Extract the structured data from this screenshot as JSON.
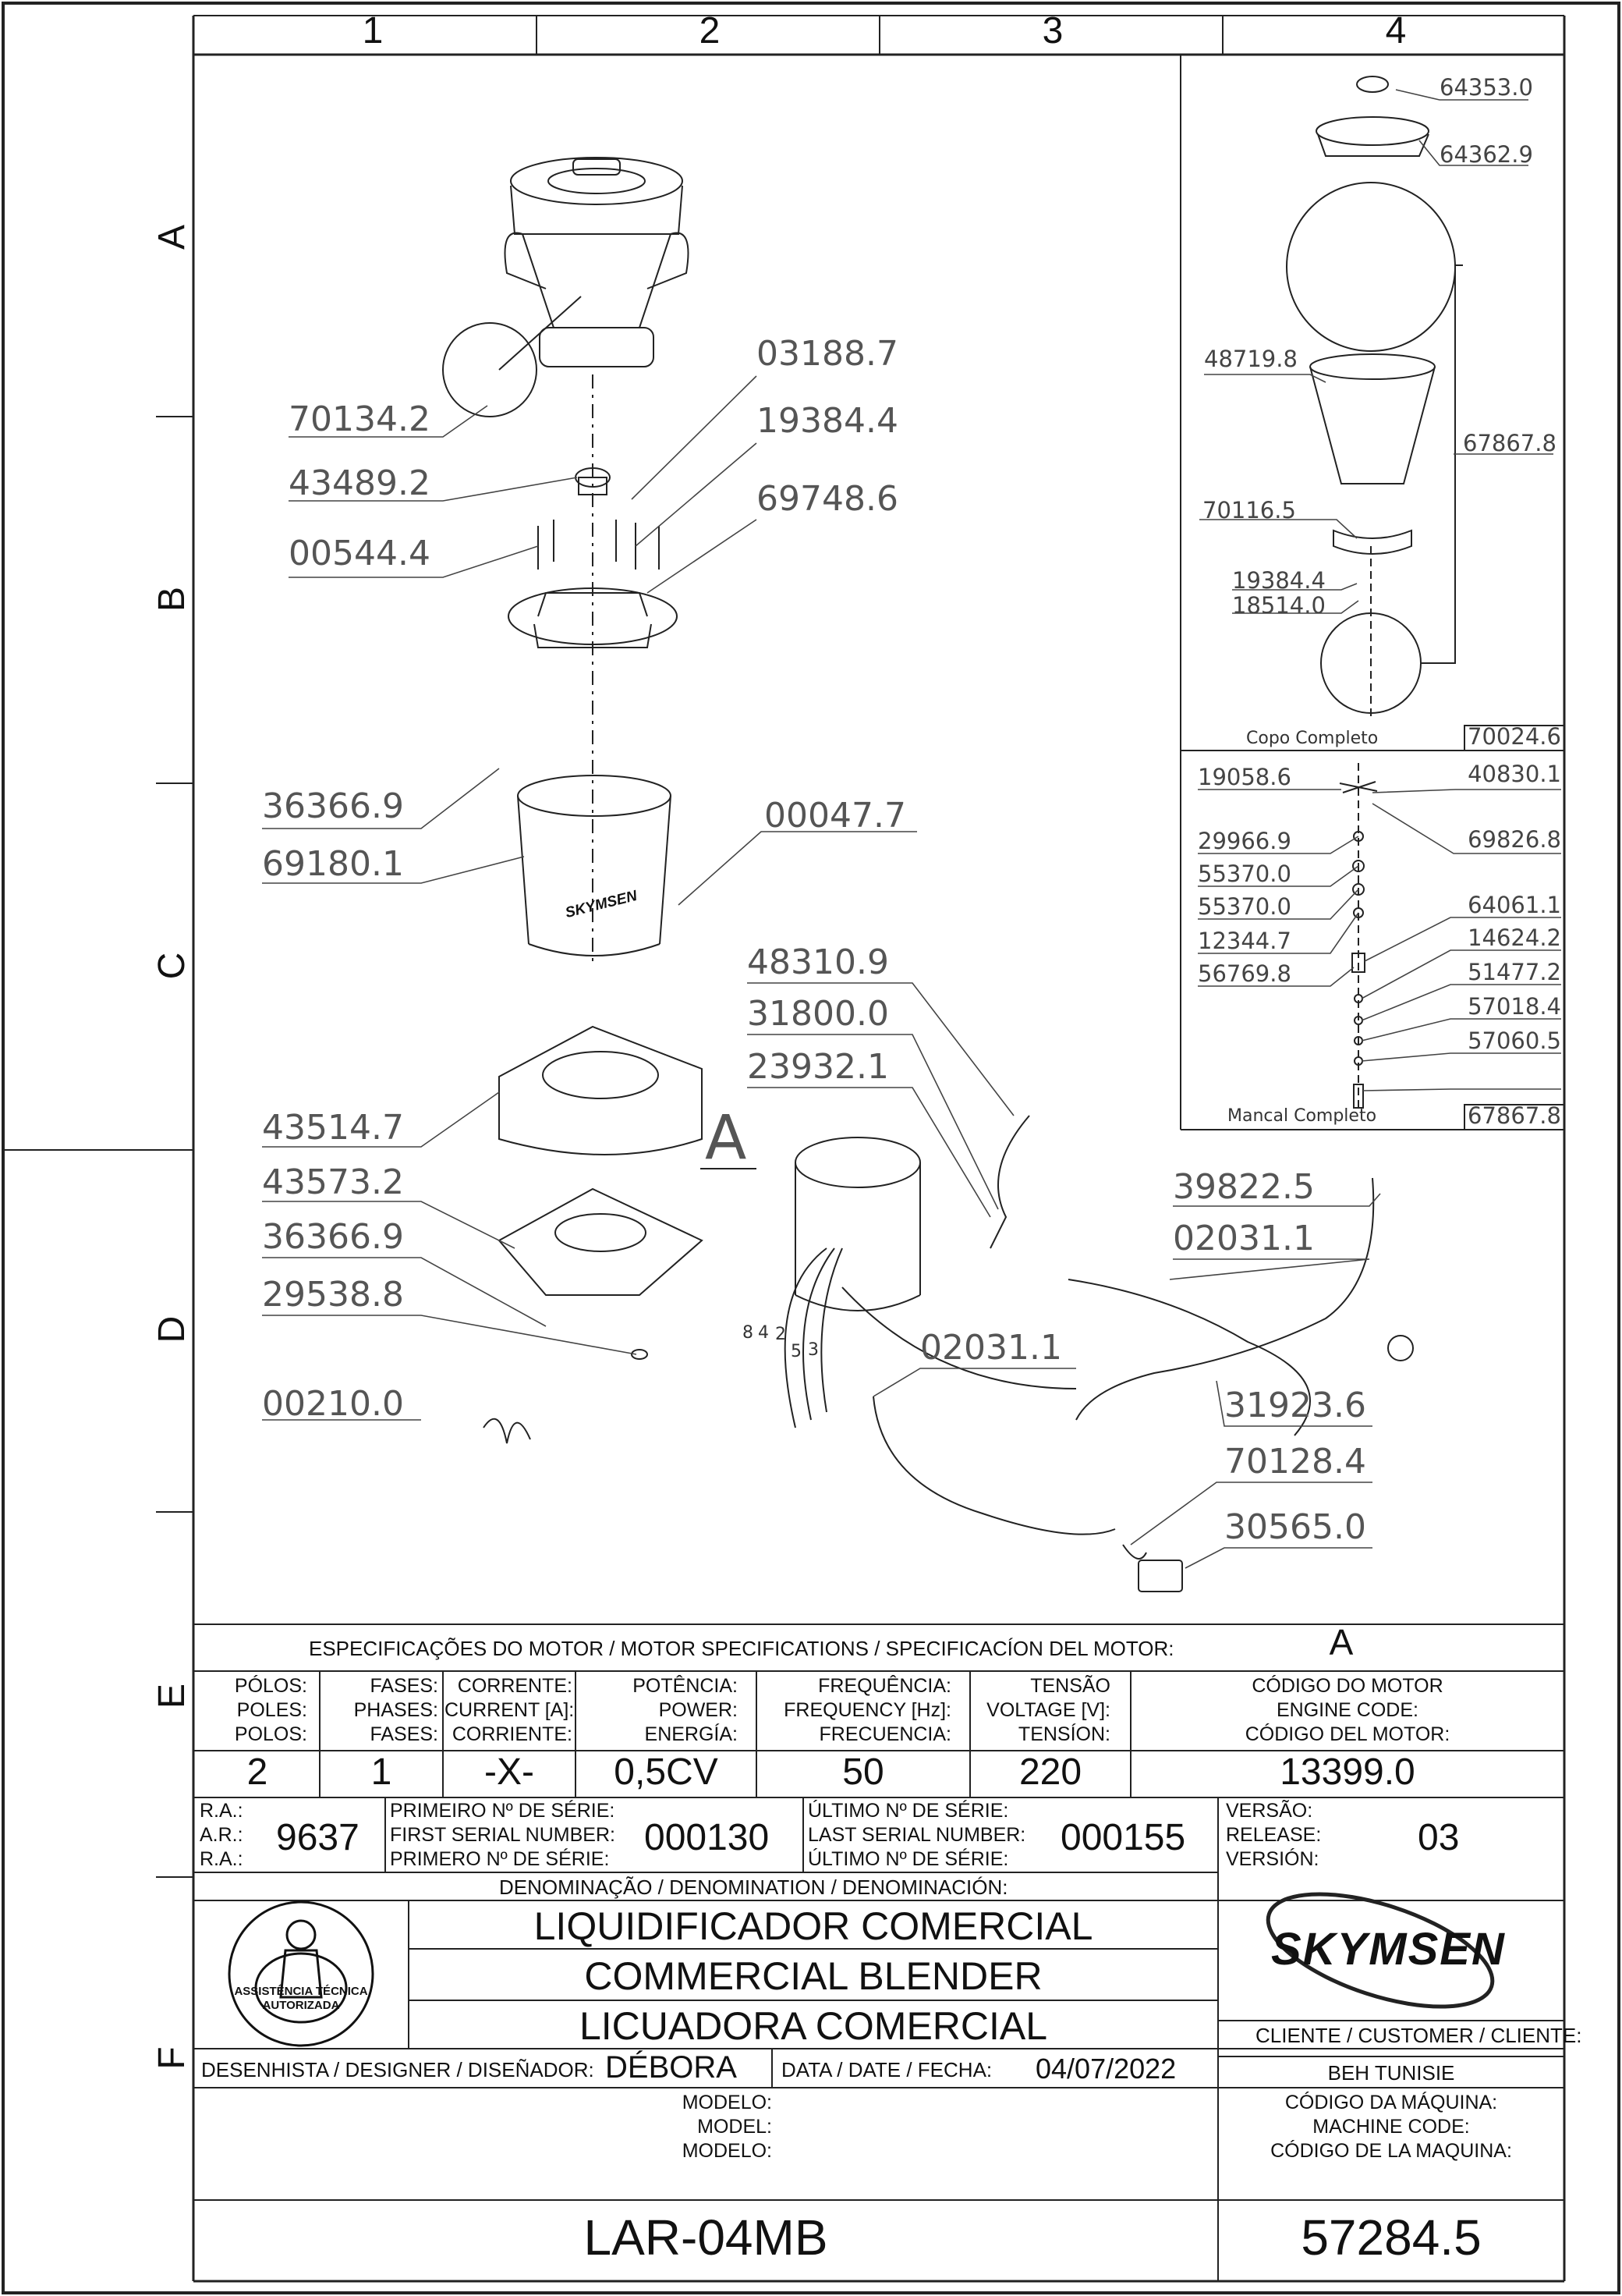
{
  "grid": {
    "columns": [
      "1",
      "2",
      "3",
      "4"
    ],
    "rows": [
      "A",
      "B",
      "C",
      "D",
      "E",
      "F"
    ]
  },
  "main_view": {
    "section_marker": "A",
    "brand_on_body": "SKYMSEN",
    "wire_numbers": [
      "8",
      "4",
      "2",
      "5",
      "3"
    ],
    "parts": [
      "70134.2",
      "43489.2",
      "00544.4",
      "03188.7",
      "19384.4",
      "69748.6",
      "36366.9",
      "69180.1",
      "00047.7",
      "43514.7",
      "43573.2",
      "36366.9",
      "29538.8",
      "00210.0",
      "48310.9",
      "31800.0",
      "23932.1",
      "39822.5",
      "02031.1",
      "02031.1",
      "31923.6",
      "70128.4",
      "30565.0"
    ]
  },
  "copo_panel": {
    "caption": "Copo Completo",
    "code": "70024.6",
    "parts": [
      "64353.0",
      "64362.9",
      "48719.8",
      "67867.8",
      "70116.5",
      "19384.4",
      "18514.0"
    ]
  },
  "mancal_panel": {
    "caption": "Mancal Completo",
    "code": "67867.8",
    "parts_left": [
      "19058.6",
      "29966.9",
      "55370.0",
      "55370.0",
      "12344.7",
      "56769.8"
    ],
    "parts_right": [
      "40830.1",
      "69826.8",
      "64061.1",
      "14624.2",
      "51477.2",
      "57018.4",
      "57060.5"
    ]
  },
  "motor_spec": {
    "header": "ESPECIFICAÇÕES DO MOTOR / MOTOR SPECIFICATIONS / SPECIFICACÍON DEL MOTOR:",
    "motor_letter": "A",
    "columns": [
      {
        "label": "PÓLOS:\nPOLES:\nPOLOS:",
        "value": "2"
      },
      {
        "label": "FASES:\nPHASES:\nFASES:",
        "value": "1"
      },
      {
        "label": "CORRENTE:\nCURRENT [A]:\nCORRIENTE:",
        "value": "-X-"
      },
      {
        "label": "POTÊNCIA:\nPOWER:\nENERGÍA:",
        "value": "0,5CV"
      },
      {
        "label": "FREQUÊNCIA:\nFREQUENCY [Hz]:\nFRECUENCIA:",
        "value": "50"
      },
      {
        "label": "TENSÃO\nVOLTAGE [V]:\nTENSÍON:",
        "value": "220"
      },
      {
        "label": "CÓDIGO DO MOTOR\nENGINE CODE:\nCÓDIGO DEL MOTOR:",
        "value": "13399.0"
      }
    ]
  },
  "serial": {
    "ra_label": "R.A.:\nA.R.:\nR.A.:",
    "ra_value": "9637",
    "first_label": "PRIMEIRO Nº DE SÉRIE:\nFIRST SERIAL NUMBER:\nPRIMERO Nº DE SÉRIE:",
    "first_value": "000130",
    "last_label": "ÚLTIMO Nº DE SÉRIE:\nLAST SERIAL NUMBER:\nÚLTIMO Nº DE SÉRIE:",
    "last_value": "000155",
    "version_label": "VERSÃO:\nRELEASE:\nVERSIÓN:",
    "version_value": "03"
  },
  "denomination": {
    "label": "DENOMINAÇÃO / DENOMINATION / DENOMINACIÓN:",
    "line1": "LIQUIDIFICADOR COMERCIAL",
    "line2": "COMMERCIAL BLENDER",
    "line3": "LICUADORA COMERCIAL"
  },
  "seal": {
    "arc_text": "ASSISTÊNCIA TÉCNICA AUTORIZADA"
  },
  "logo": "SKYMSEN",
  "client": {
    "label": "CLIENTE / CUSTOMER / CLIENTE:",
    "value": "BEH TUNISIE"
  },
  "designer": {
    "label": "DESENHISTA / DESIGNER / DISEÑADOR:",
    "value": "DÉBORA"
  },
  "date": {
    "label": "DATA / DATE / FECHA:",
    "value": "04/07/2022"
  },
  "model": {
    "label": "MODELO:\nMODEL:\nMODELO:",
    "value": "LAR-04MB"
  },
  "machine_code": {
    "label": "CÓDIGO DA MÁQUINA:\nMACHINE CODE:\nCÓDIGO DE LA MAQUINA:",
    "value": "57284.5"
  }
}
